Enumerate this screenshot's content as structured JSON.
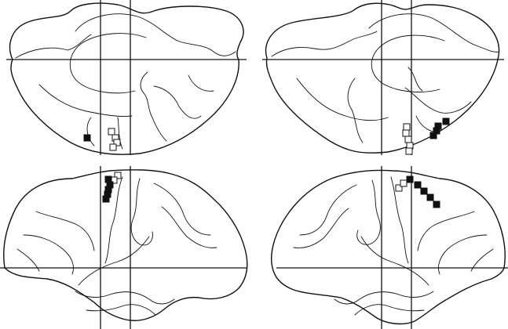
{
  "figure": {
    "description_kind": "brain-surface-maps",
    "colors": {
      "line": "#111111",
      "background": "#ffffff",
      "filled_marker": "#111111",
      "open_marker": "#ffffff"
    },
    "marker_types": [
      "filled-square",
      "open-square"
    ],
    "panels": [
      {
        "id": "top-left",
        "view": "ventral",
        "hemisphere": "left",
        "filled_markers": 1,
        "open_markers": 4
      },
      {
        "id": "top-right",
        "view": "ventral",
        "hemisphere": "right",
        "filled_markers": 4,
        "open_markers": 5
      },
      {
        "id": "bottom-left",
        "view": "lateral",
        "hemisphere": "left",
        "filled_markers": 5,
        "open_markers": 2
      },
      {
        "id": "bottom-right",
        "view": "lateral",
        "hemisphere": "right",
        "filled_markers": 5,
        "open_markers": 2
      }
    ]
  }
}
